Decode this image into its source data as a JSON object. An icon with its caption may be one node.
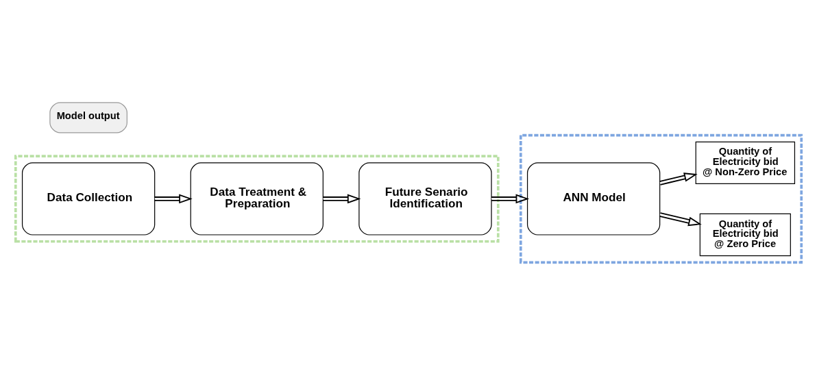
{
  "diagram": {
    "nodes": [
      {
        "text": [],
        "shape": "box"
      },
      {
        "text": [
          "Data Collection"
        ],
        "in": 0
      },
      {
        "text": [
          "Data Treatment & Preparation"
        ],
        "in": 0
      },
      {
        "text": [
          "Future Senario Identification"
        ],
        "in": 0
      },
      {
        "text": [],
        "shape": "box"
      },
      {
        "text": [
          "ANN Model"
        ],
        "in": 4
      },
      {
        "text": [
          "Quantity of Electricity bid @ Zero Price"
        ],
        "in": 4
      },
      {
        "text": [
          "Quantity of Electricity bid @ Non-Zero Price"
        ],
        "in": 4
      },
      {
        "text": [
          "Model output"
        ]
      }
    ],
    "edges": [
      {
        "from": 1,
        "to": 2,
        "arrow": "to"
      },
      {
        "from": 2,
        "to": 3,
        "arrow": "to"
      },
      {
        "from": 3,
        "to": 5,
        "arrow": "to"
      },
      {
        "from": 5,
        "to": 6,
        "arrow": "to"
      },
      {
        "from": 5,
        "to": 7,
        "arrow": "to"
      }
    ]
  }
}
